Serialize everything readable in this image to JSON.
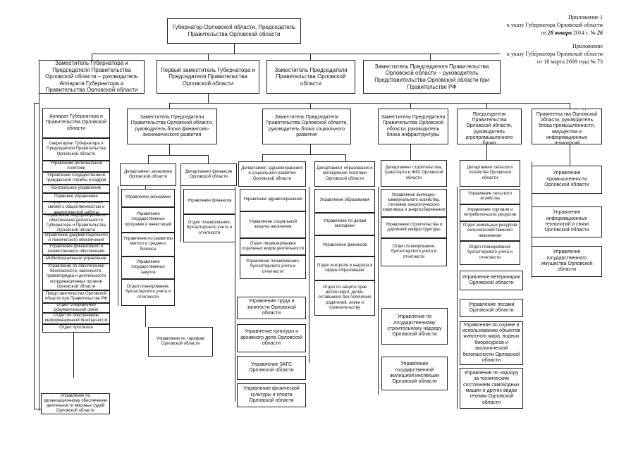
{
  "appendix": {
    "line1": "Приложение 1",
    "line2": "к указу Губернатора Орловской области",
    "line3_prefix": "от",
    "line3_date": "28 января",
    "line3_mid": "2014 г. №",
    "line3_no": "26",
    "line4": "Приложение",
    "line5": "к указу Губернатора Орловской области",
    "line6": "от 18 марта 2009 года № 73"
  },
  "boxes": {
    "gov": "Губернатор Орловской области, Председатель Правительства Орловской области",
    "d1": "Заместитель Губернатора и Председателя Правительства Орловской области – руководитель Аппарата Губернатора и Правительства Орловской области",
    "d2": "Первый заместитель Губернатора и Председателя Правительства Орловской области",
    "d3": "Заместитель Председателя Правительства Орловской области",
    "d4": "Заместитель Председателя Правительства Орловской области – руководитель Представительства Орловской области при Правительстве РФ",
    "apparat": "Аппарат Губернатора и Правительства Орловской области",
    "ap_items": [
      "Секретариат Губернатора и Председателя Правительства Орловской области",
      "Управление региональной политики",
      "Управление государственной гражданской службы и кадров",
      "Контрольное управление",
      "Правовое управление",
      "Управление пресс-службы, связей с общественностью и аналитической работы",
      "Управление информационного обеспечения деятельности Губернатора и Правительства Орловской области",
      "Управление документационного и технического обеспечения",
      "Управление финансового и хозяйственного обеспечения",
      "Мобилизационное управление",
      "Управление по обеспечению безопасности, законности, правопорядка и деятельности координационных органов Орловской области",
      "Представительство Орловской области при Правительстве РФ",
      "Отдел специальной документальной связи",
      "Отдел по обеспечению информационной безопасности",
      "Отдел протокола"
    ],
    "ap_bottom": "Управление по организационному обеспечению деятельности мировых судей Орловской области",
    "z_fin": "Заместитель Председателя Правительства Орловской области, руководитель блока финансово-экономического развития",
    "z_soc": "Заместитель Председателя Правительства Орловской области, руководитель блока социального развития",
    "z_inf": "Заместитель Председателя Правительства Орловской области, руководитель блока инфраструктуры",
    "z_agro": "Заместитель Председателя Правительства Орловской области, руководитель агропромышленного блока",
    "z_prom": "Заместитель Председателя Правительства Орловской области, руководитель блока промышленности, имущества и информационных технологий",
    "dep_econ": "Департамент экономики Орловской области",
    "econ_items": [
      "Управление экономики",
      "Управление государственных программ и инвестиций",
      "Управление по развитию малого и среднего бизнеса",
      "Управление государственных закупок",
      "Отдел планирования, бухгалтерского учета и отчетности"
    ],
    "dep_fin": "Департамент финансов Орловской области",
    "fin_items": [
      "Управление финансов",
      "Отдел планирования, бухгалтерского учета и отчетности"
    ],
    "tarif": "Управление по тарифам Орловской области",
    "dep_health": "Департамент здравоохранения и социального развития Орловской области",
    "health_items": [
      "Управление здравоохранения",
      "Управление социальной защиты населения",
      "Отдел лицензирования отдельных видов деятельности",
      "Управление планирования, бухгалтерского учета и отчетности"
    ],
    "dep_edu": "Департамент образования и молодежной политики Орловской области",
    "edu_items": [
      "Управление образования",
      "Управление по делам молодежи",
      "Управление финансов",
      "Отдел контроля и надзора в сфере образования",
      "Отдел по защите прав детей-сирот, детей, оставшихся без попечения родителей, опеке и попечительству"
    ],
    "soc_items": [
      "Управление труда и занятости Орловской области",
      "Управление культуры и архивного дела Орловской области",
      "Управление ЗАГС Орловской области",
      "Управление физической культуры и спорта Орловской области"
    ],
    "dep_build": "Департамент строительства, транспорта и ЖКХ Орловской области",
    "build_items": [
      "Управление жилищно-коммунального хозяйства, топливно-энергетического комплекса и энергосбережения",
      "Управление строительства и дорожной инфраструктуры",
      "Отдел планирования, бухгалтерского учета и отчетности"
    ],
    "inf_items": [
      "Управление по государственному строительному надзору Орловской области",
      "Управление государственной жилищной инспекции Орловской области"
    ],
    "dep_agro": "Департамент сельского хозяйства Орловской области",
    "agro_items": [
      "Управление сельского хозяйства",
      "Управление торговли и потребительских ресурсов",
      "Отдел земельных ресурсов сельскохозяйственного назначения",
      "Отдел планирования, бухгалтерского учета и отчетности"
    ],
    "agro_sep": [
      "Управление ветеринарии Орловской области",
      "Управление лесами Орловской области",
      "Управление по охране и использованию объектов животного мира, водных биоресурсов и экологической безопасности Орловской области",
      "Управление по надзору за техническим состоянием самоходных машин и других видов техники Орловской области"
    ],
    "prom_items": [
      "Управление промышленности Орловской области",
      "Управление информационных технологий и связи Орловской области",
      "Управление государственного имущества Орловской области"
    ]
  }
}
